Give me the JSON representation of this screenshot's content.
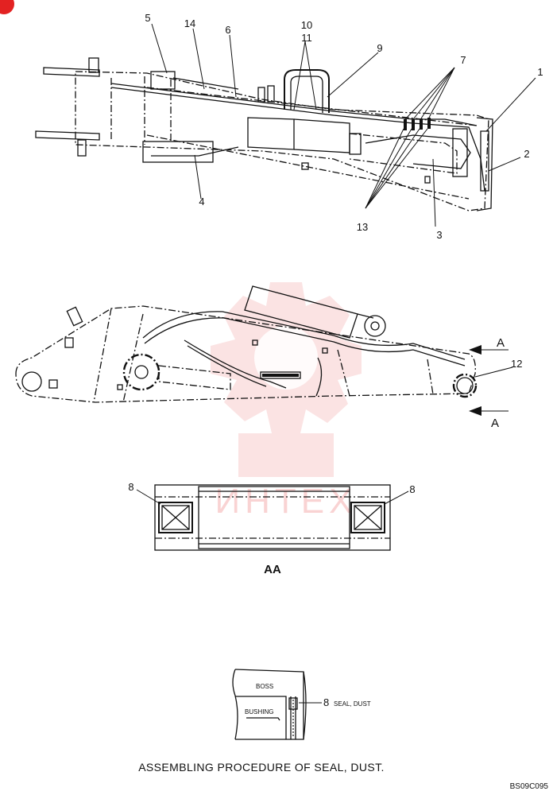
{
  "callouts": {
    "c1": "1",
    "c2": "2",
    "c3": "3",
    "c4": "4",
    "c5": "5",
    "c6": "6",
    "c7": "7",
    "c8a": "8",
    "c8b": "8",
    "c9": "9",
    "c10": "10",
    "c11": "11",
    "c12": "12",
    "c13": "13",
    "c14": "14",
    "c8c": "8"
  },
  "section": {
    "arrow_upper": "A",
    "arrow_lower": "A",
    "view_label": "AA"
  },
  "detail": {
    "boss": "BOSS",
    "bushing": "BUSHING",
    "seal_label": "SEAL, DUST"
  },
  "caption": "ASSEMBLING PROCEDURE OF SEAL, DUST.",
  "drawing_code": "BS09C095",
  "watermark": "ИНТЕХ",
  "colors": {
    "line": "#111111",
    "watermark": "#e63b3b",
    "badge": "#e32222"
  }
}
